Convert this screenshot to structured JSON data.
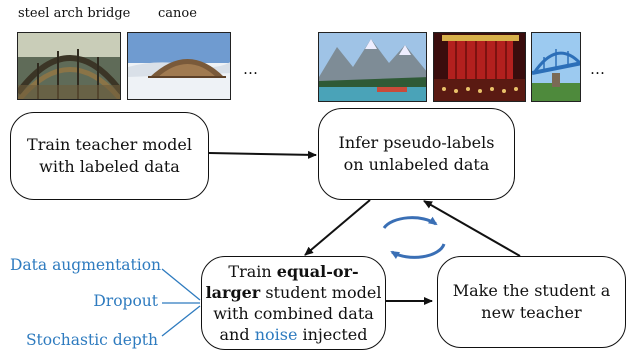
{
  "images": {
    "labeled": [
      {
        "caption": "steel arch bridge",
        "subject": "steel-arch-bridge-photo"
      },
      {
        "caption": "canoe",
        "subject": "canoe-in-snow-photo"
      }
    ],
    "labeled_ellipsis": "…",
    "unlabeled": [
      {
        "subject": "mountain-lake-photo"
      },
      {
        "subject": "theater-stage-photo"
      },
      {
        "subject": "blue-bridge-photo"
      }
    ],
    "unlabeled_ellipsis": "…"
  },
  "boxes": {
    "train_teacher": {
      "line1": "Train teacher model",
      "line2": "with labeled data"
    },
    "infer_labels": {
      "line1": "Infer pseudo-labels",
      "line2": "on unlabeled data"
    },
    "train_student": {
      "l1_pre": "Train ",
      "l1_bold": "equal-or-",
      "l2_bold": "larger",
      "l2_post": " student model",
      "l3": "with combined data",
      "l4_pre": "and ",
      "l4_blue": "noise",
      "l4_post": " injected"
    },
    "new_teacher": {
      "line1": "Make the student a",
      "line2": "new teacher"
    }
  },
  "noise_types": [
    "Data augmentation",
    "Dropout",
    "Stochastic depth"
  ],
  "colors": {
    "accent_blue": "#2e7bbf",
    "cycle_blue": "#3a6fb5",
    "ink": "#111111"
  }
}
